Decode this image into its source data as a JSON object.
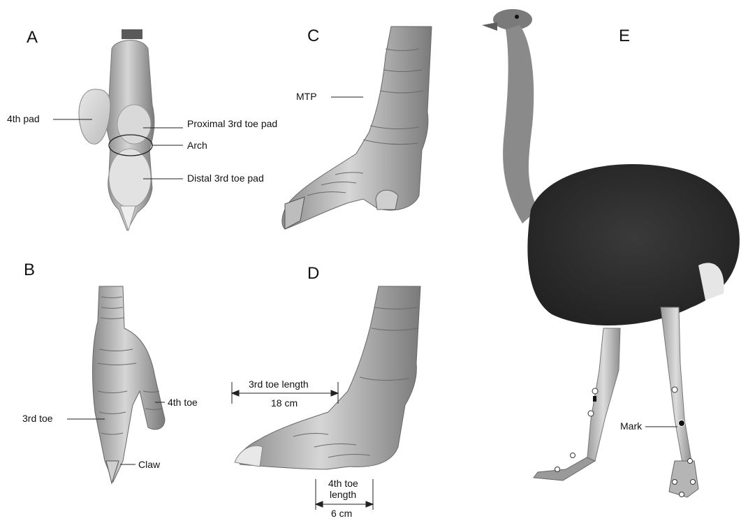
{
  "panels": {
    "A": {
      "letter": "A",
      "labels": {
        "fourth_pad": "4th  pad",
        "proximal_3rd_toe_pad": "Proximal 3rd toe pad",
        "arch": "Arch",
        "distal_3rd_toe_pad": "Distal 3rd toe pad"
      }
    },
    "B": {
      "letter": "B",
      "labels": {
        "third_toe": "3rd  toe",
        "fourth_toe": "4th  toe",
        "claw": "Claw"
      }
    },
    "C": {
      "letter": "C",
      "labels": {
        "mtp": "MTP"
      }
    },
    "D": {
      "letter": "D",
      "labels": {
        "third_toe_length": "3rd toe length",
        "third_toe_length_value": "18 cm",
        "fourth_toe_length_line1": "4th toe",
        "fourth_toe_length_line2": "length",
        "fourth_toe_length_value": "6 cm"
      }
    },
    "E": {
      "letter": "E",
      "labels": {
        "mark": "Mark"
      }
    }
  }
}
